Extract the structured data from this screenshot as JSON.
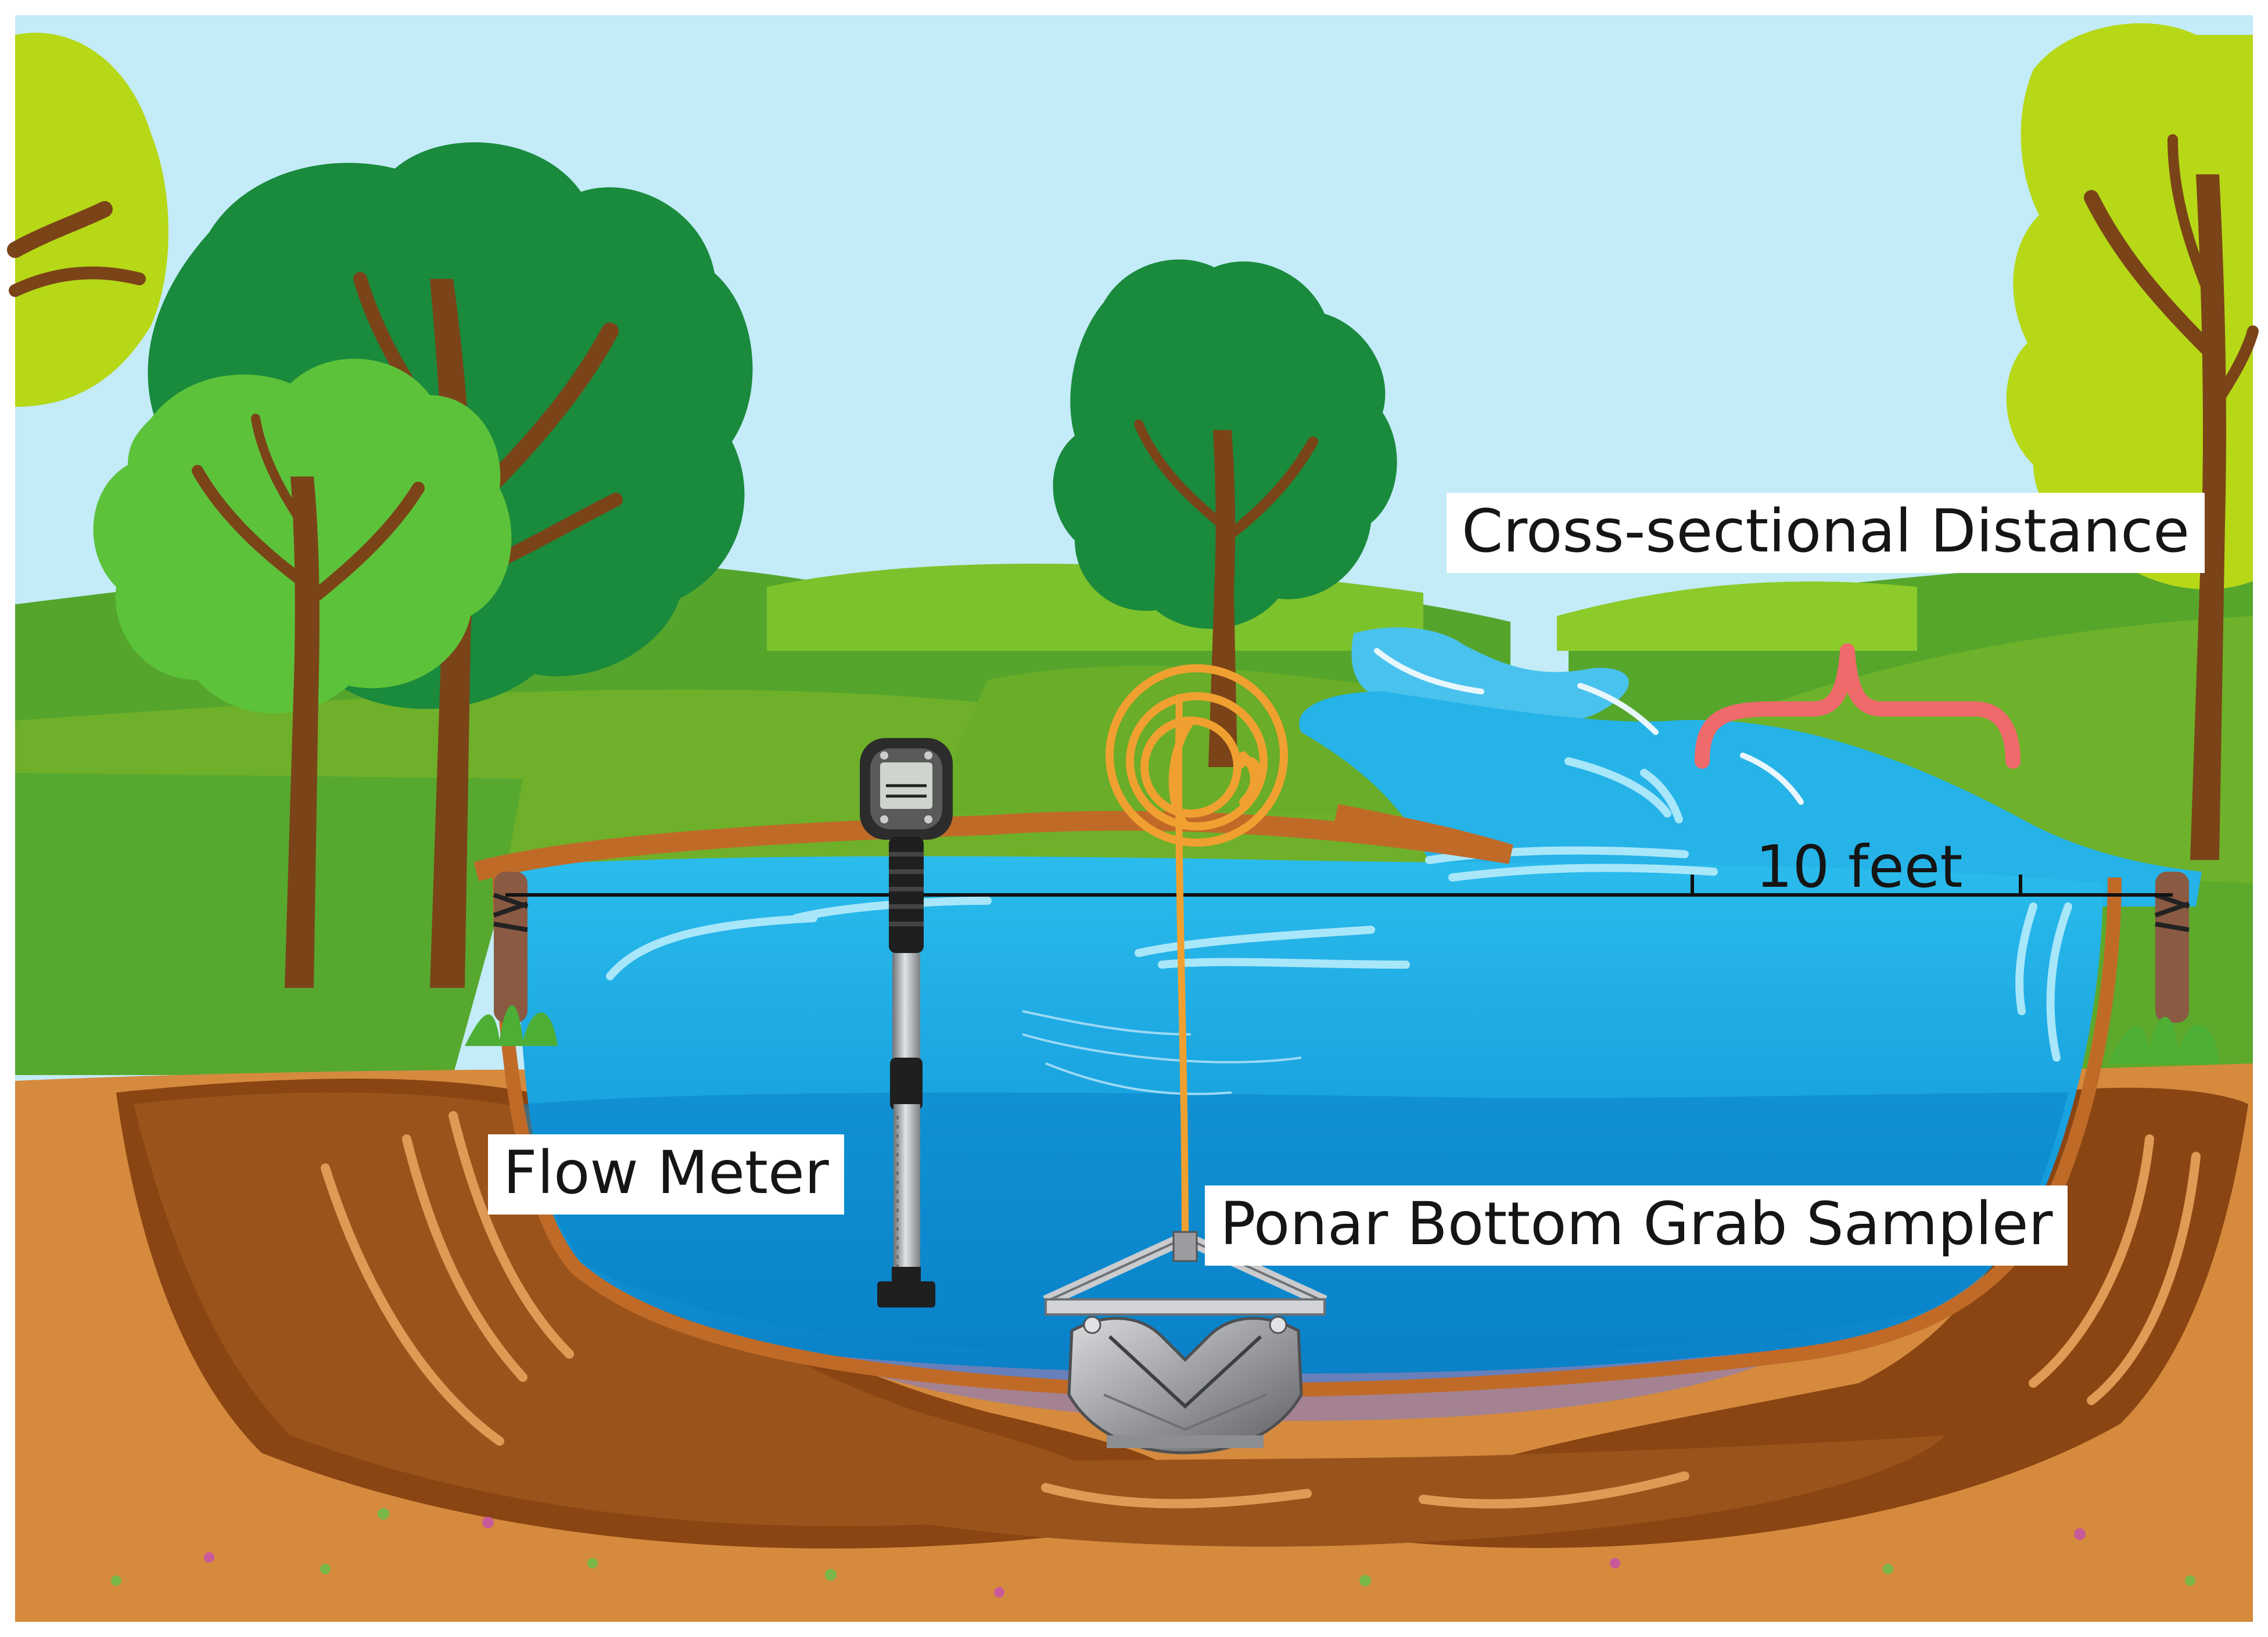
{
  "labels": {
    "cross_section": "Cross-sectional Distance",
    "distance_value": "10 feet",
    "flow_meter": "Flow Meter",
    "grab_sampler": "Ponar Bottom Grab Sampler"
  },
  "colors": {
    "sky": "#c3ebf8",
    "water": "#25b3e8",
    "water_deep": "#0a82c8",
    "grass": "#6eb02a",
    "light_grass": "#b6d817",
    "tree_dark": "#1a8a3c",
    "tree_light": "#5cc23a",
    "trunk": "#7b4318",
    "soil": "#d58a3e",
    "soil_dark": "#8a4512",
    "rope": "#f0a030",
    "brace": "#ef6a6a"
  }
}
